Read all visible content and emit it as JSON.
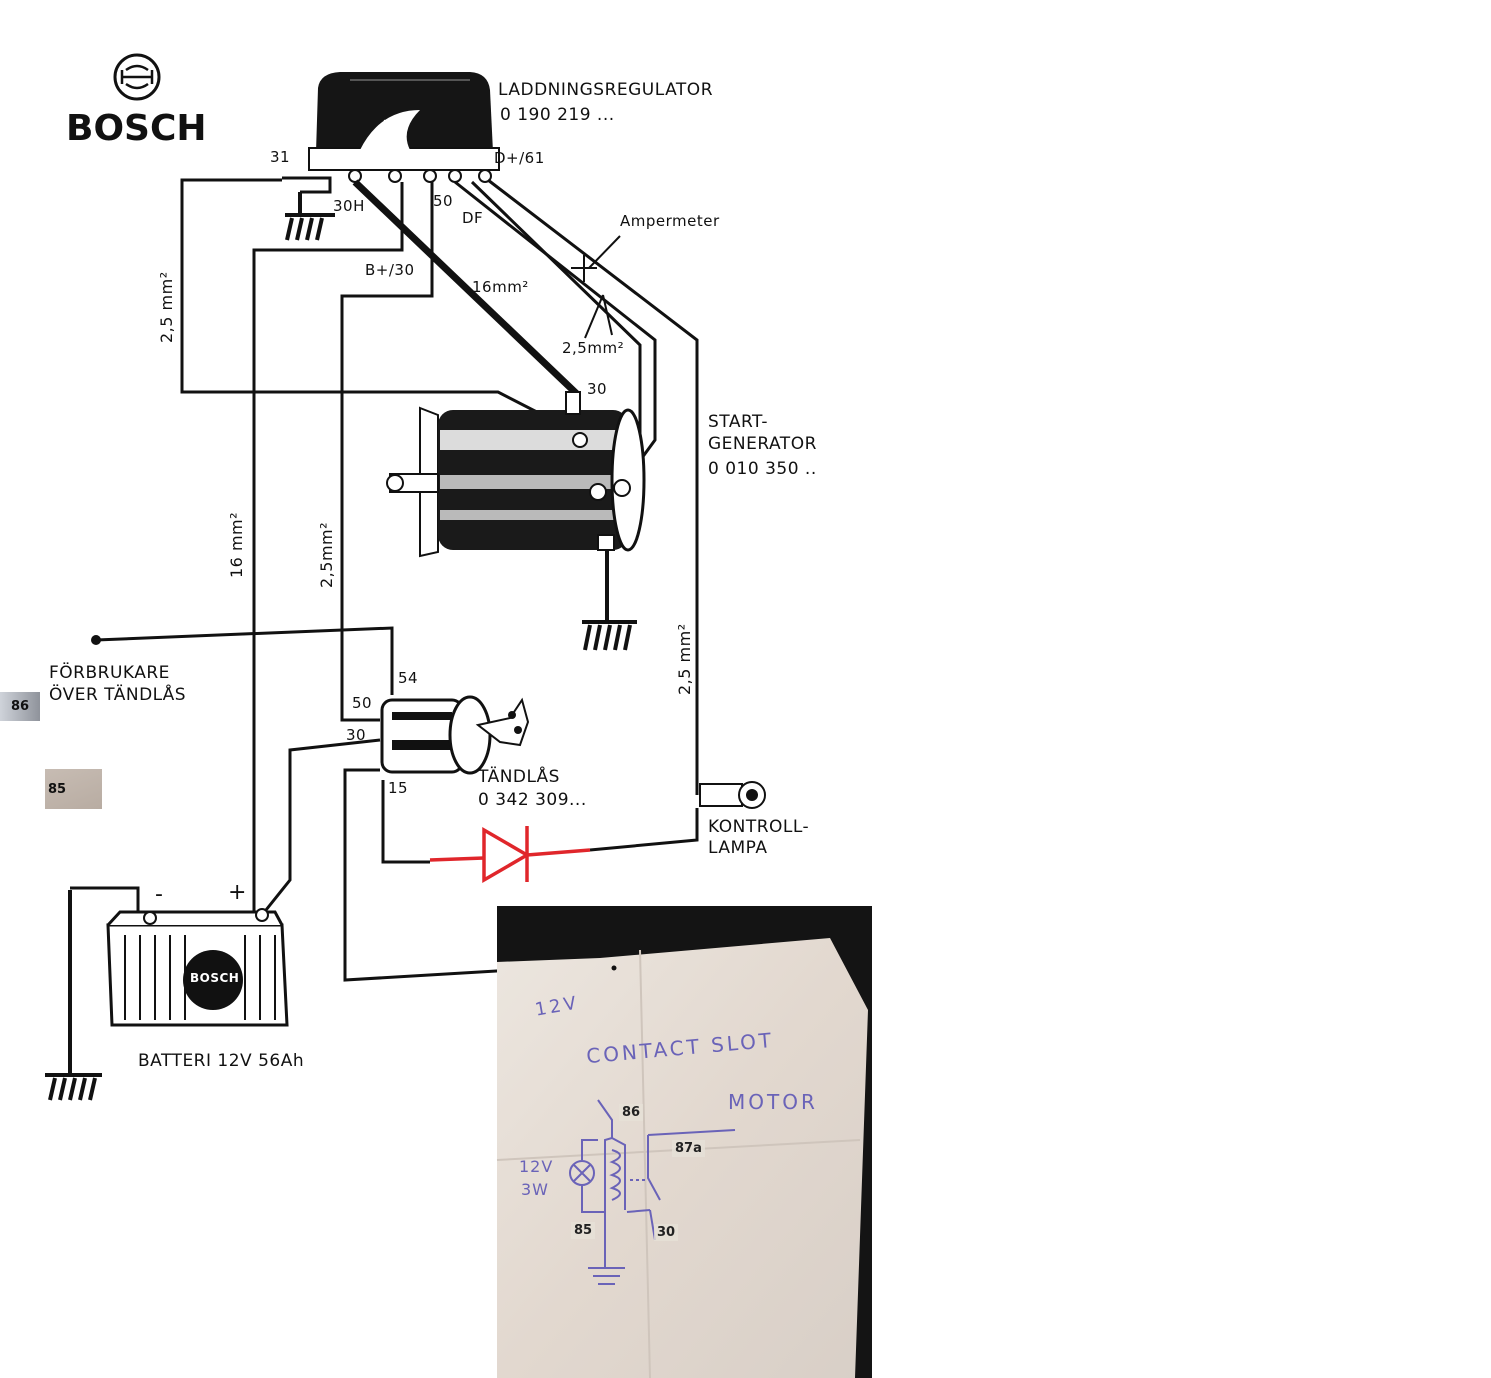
{
  "brand": {
    "logo_text": "BOSCH"
  },
  "regulator": {
    "title": "LADDNINGSREGULATOR",
    "part": "0 190 219 ..."
  },
  "terminals": {
    "t31": "31",
    "t30h": "30H",
    "t50": "50",
    "tdf": "DF",
    "tdplus61": "D+/61",
    "bplus30": "B+/30"
  },
  "ammeter": {
    "label": "Ampermeter"
  },
  "wires": {
    "w16_top": "16mm²",
    "w25_amp": "2,5mm²",
    "w25_left": "2,5 mm²",
    "w16_vert": "16 mm²",
    "w25_mid": "2,5mm²",
    "w25_right": "2,5 mm²"
  },
  "generator": {
    "line1": "START-",
    "line2": "GENERATOR",
    "part": "0 010 350 ..",
    "term30": "30"
  },
  "consumer": {
    "line1": "FÖRBRUKARE",
    "line2": "ÖVER TÄNDLÅS"
  },
  "ignition": {
    "title": "TÄNDLÅS",
    "part": "0 342 309...",
    "t54": "54",
    "t50": "50",
    "t30": "30",
    "t15": "15"
  },
  "lamp": {
    "line1": "KONTROLL-",
    "line2": "LAMPA"
  },
  "battery": {
    "label": "BATTERI 12V 56Ah",
    "minus": "-",
    "plus": "+",
    "badge": "BOSCH"
  },
  "overlay_tags": {
    "tag86": "86",
    "tag85": "85"
  },
  "photo": {
    "hand_12v": "12V",
    "hand_contact": "CONTACT SLOT",
    "hand_motor": "MOTOR",
    "hand_lamp1": "12V",
    "hand_lamp2": "3W",
    "pin86": "86",
    "pin87a": "87a",
    "pin85": "85",
    "pin30": "30"
  },
  "colors": {
    "line": "#111111",
    "diode": "#e0262b",
    "photo_bg": "#141414",
    "paper": "#e9e2da",
    "pen": "#6a63b8"
  }
}
